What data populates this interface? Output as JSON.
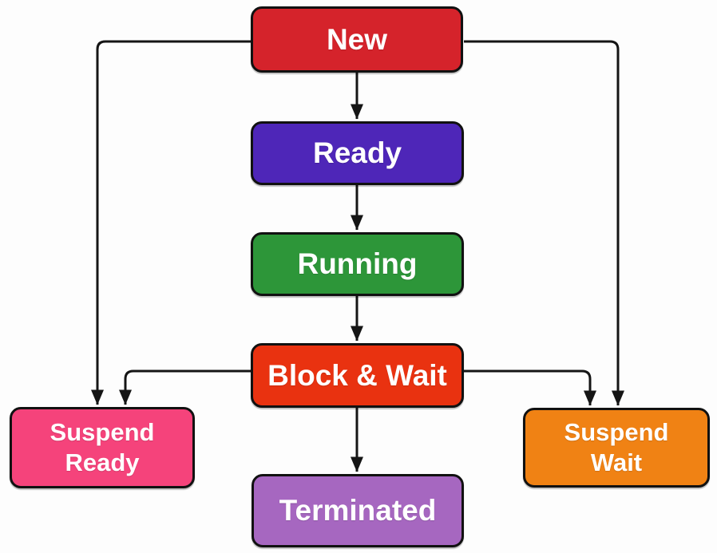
{
  "diagram": {
    "background": "#fdfdfd",
    "line_color": "#151515",
    "border_color": "#111111",
    "text_color": "#ffffff",
    "nodes": {
      "new": {
        "label": "New",
        "color": "#d5232b"
      },
      "ready": {
        "label": "Ready",
        "color": "#4e26b8"
      },
      "running": {
        "label": "Running",
        "color": "#2d9639"
      },
      "block_wait": {
        "label": "Block & Wait",
        "color": "#e93210"
      },
      "suspend_ready": {
        "label": "Suspend\nReady",
        "color": "#f5437b"
      },
      "suspend_wait": {
        "label": "Suspend\nWait",
        "color": "#f08214"
      },
      "terminated": {
        "label": "Terminated",
        "color": "#a667c0"
      }
    },
    "edges": [
      {
        "from": "new",
        "to": "ready"
      },
      {
        "from": "ready",
        "to": "running"
      },
      {
        "from": "running",
        "to": "block_wait"
      },
      {
        "from": "block_wait",
        "to": "terminated"
      },
      {
        "from": "new",
        "to": "suspend_ready"
      },
      {
        "from": "new",
        "to": "suspend_wait"
      },
      {
        "from": "block_wait",
        "to": "suspend_ready"
      },
      {
        "from": "block_wait",
        "to": "suspend_wait"
      }
    ]
  }
}
